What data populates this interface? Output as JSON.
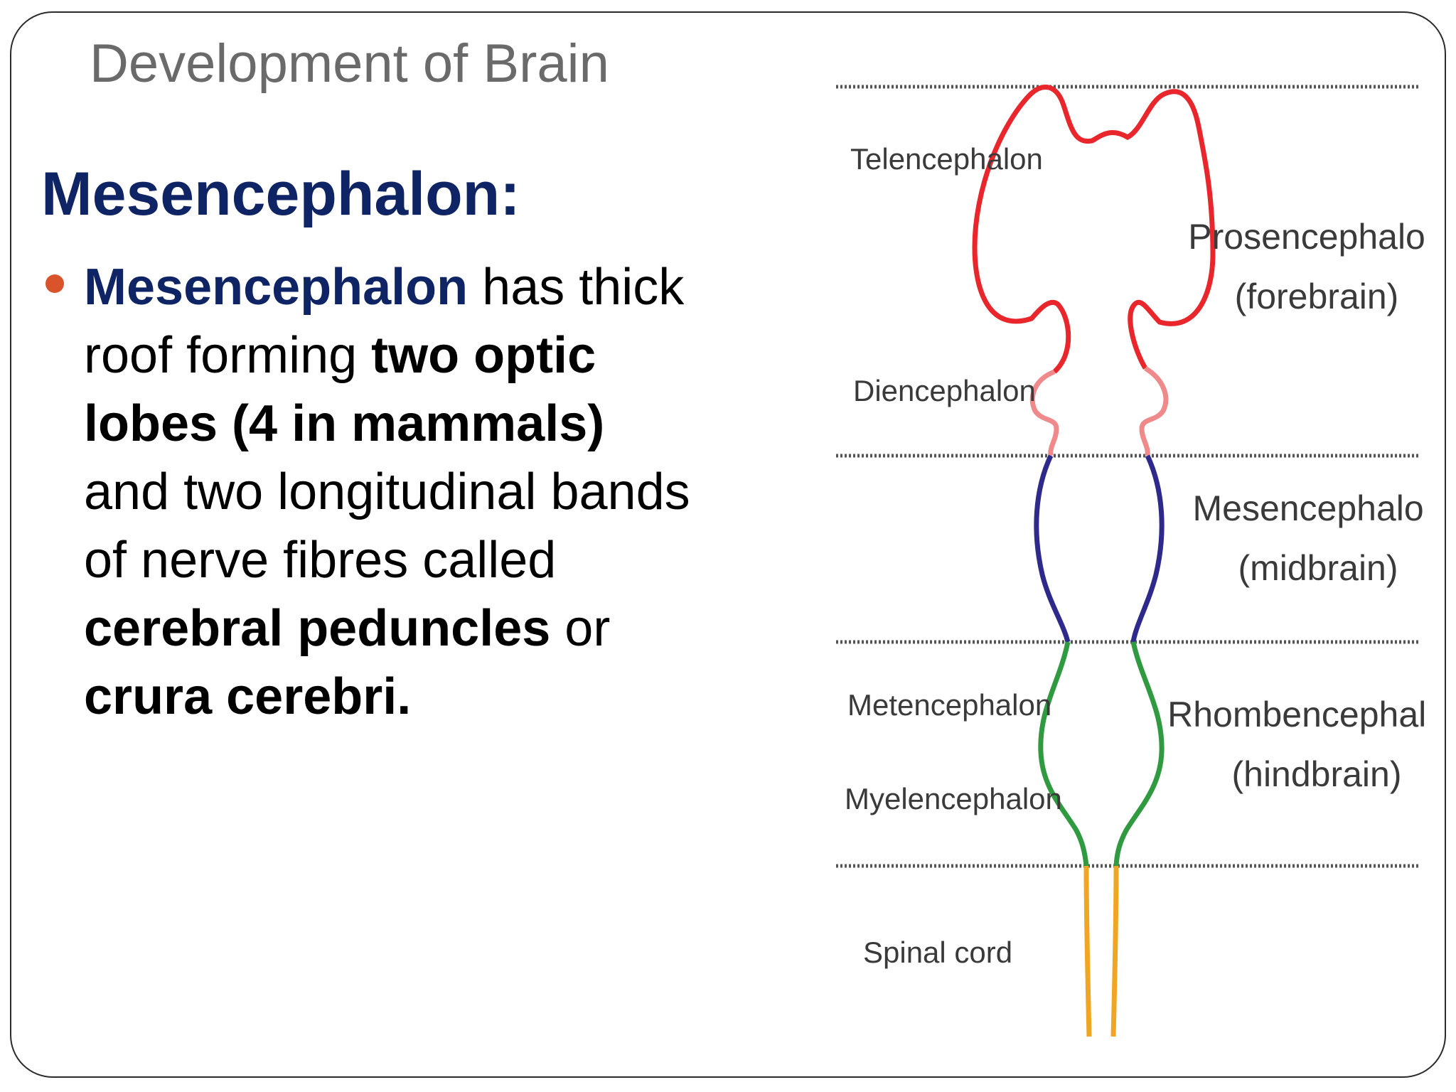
{
  "slide": {
    "title": "Development of Brain",
    "heading": "Mesencephalon:",
    "bullet": {
      "l1_term": "Mesencephalon",
      "l1_rest": " has thick",
      "l2_start": "roof forming ",
      "l2_bold": "two optic",
      "l3_bold": "lobes (4 in mammals)",
      "l4": "and two longitudinal bands",
      "l5": "of nerve fibres called",
      "l6_bold": "cerebral peduncles",
      "l6_rest": " or",
      "l7_bold": "crura cerebri."
    }
  },
  "diagram": {
    "left_labels": {
      "telencephalon": "Telencephalon",
      "diencephalon": "Diencephalon",
      "metencephalon": "Metencephalon",
      "myelencephalon": "Myelencephalon",
      "spinal_cord": "Spinal cord"
    },
    "right_labels": {
      "prosencephalon": "Prosencephalon",
      "forebrain": "(forebrain)",
      "mesencephalon": "Mesencephalon",
      "midbrain": "(midbrain)",
      "rhombencephalon": "Rhombencephalon",
      "hindbrain": "(hindbrain)"
    },
    "colors": {
      "telencephalon": "#e8262c",
      "diencephalon": "#f08a8a",
      "mesencephalon": "#2e2a8c",
      "rhombencephalon": "#2f9a3f",
      "spinal_cord": "#f0a623",
      "divider": "#555555"
    }
  }
}
